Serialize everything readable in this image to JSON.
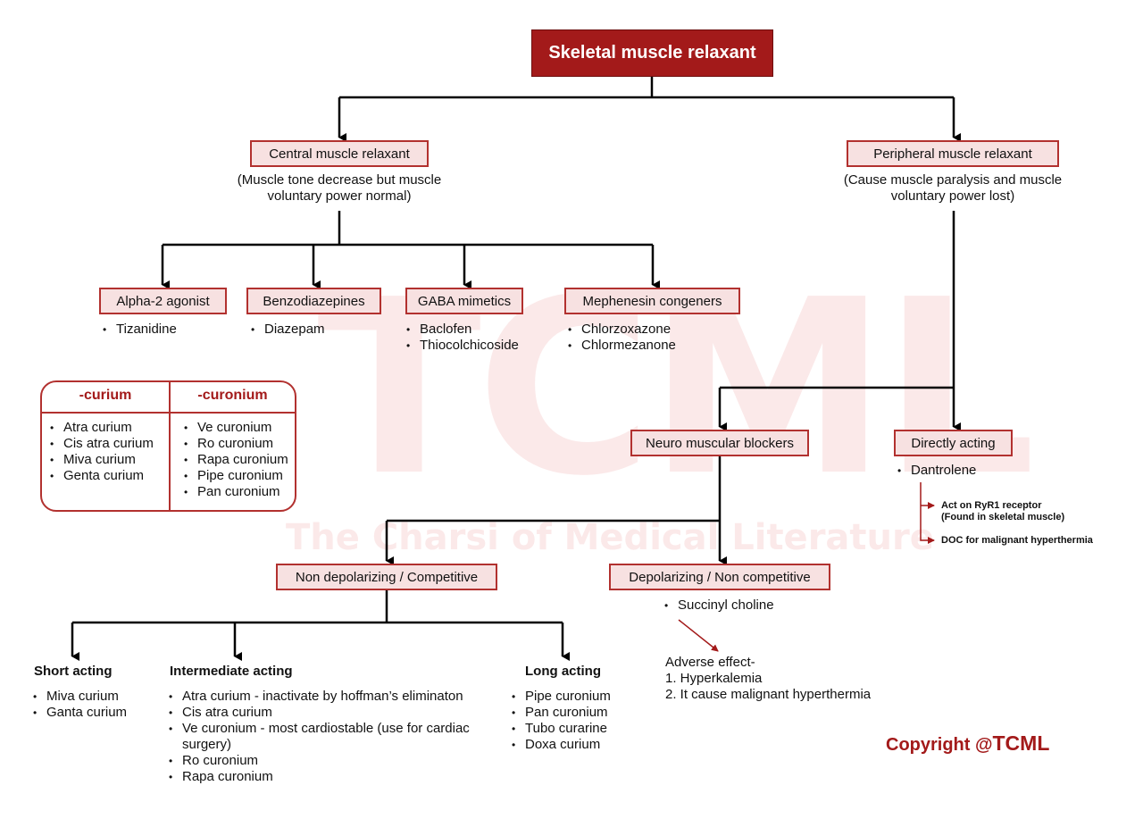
{
  "watermark": {
    "logo": "TCML",
    "tagline": "The Charsi of Medical Literature"
  },
  "root": {
    "title": "Skeletal muscle relaxant"
  },
  "central": {
    "label": "Central muscle relaxant",
    "note_line1": "(Muscle tone decrease but muscle",
    "note_line2": "voluntary power normal)",
    "classes": [
      {
        "label": "Alpha-2 agonist",
        "drugs": [
          "Tizanidine"
        ]
      },
      {
        "label": "Benzodiazepines",
        "drugs": [
          "Diazepam"
        ]
      },
      {
        "label": "GABA mimetics",
        "drugs": [
          "Baclofen",
          "Thiocolchicoside"
        ]
      },
      {
        "label": "Mephenesin congeners",
        "drugs": [
          "Chlorzoxazone",
          "Chlormezanone"
        ]
      }
    ]
  },
  "peripheral": {
    "label": "Peripheral muscle relaxant",
    "note_line1": "(Cause muscle paralysis and muscle",
    "note_line2": "voluntary power lost)"
  },
  "nmb": {
    "label": "Neuro muscular blockers"
  },
  "direct": {
    "label": "Directly acting",
    "drug": "Dantrolene",
    "fact1_line1": "Act on RyR1 receptor",
    "fact1_line2": "(Found in skeletal muscle)",
    "fact2": "DOC for malignant hyperthermia"
  },
  "suffix_table": {
    "col1_header": "-curium",
    "col2_header": "-curonium",
    "col1": [
      "Atra curium",
      "Cis atra curium",
      "Miva curium",
      "Genta curium"
    ],
    "col2": [
      "Ve curonium",
      "Ro curonium",
      "Rapa curonium",
      "Pipe curonium",
      "Pan curonium"
    ]
  },
  "nondepol": {
    "label": "Non depolarizing / Competitive",
    "short": {
      "heading": "Short acting",
      "drugs": [
        "Miva curium",
        "Ganta curium"
      ]
    },
    "intermediate": {
      "heading": "Intermediate acting",
      "drugs": [
        "Atra curium - inactivate by hoffman’s eliminaton",
        "Cis atra curium",
        "Ve curonium - most cardiostable (use for cardiac surgery)",
        "Ro curonium",
        "Rapa curonium"
      ]
    },
    "long": {
      "heading": "Long acting",
      "drugs": [
        "Pipe curonium",
        "Pan curonium",
        "Tubo curarine",
        "Doxa curium"
      ]
    }
  },
  "depol": {
    "label": "Depolarizing / Non competitive",
    "drug": "Succinyl choline",
    "adverse_title": "Adverse effect-",
    "adverse": [
      "1. Hyperkalemia",
      "2. It cause malignant hyperthermia"
    ]
  },
  "copyright": {
    "prefix": "Copyright @",
    "brand": "TCML"
  },
  "colors": {
    "accent": "#a31a1a",
    "box_fill": "#f7e1e1",
    "box_border": "#b2312f",
    "watermark": "#fbe9e9"
  }
}
